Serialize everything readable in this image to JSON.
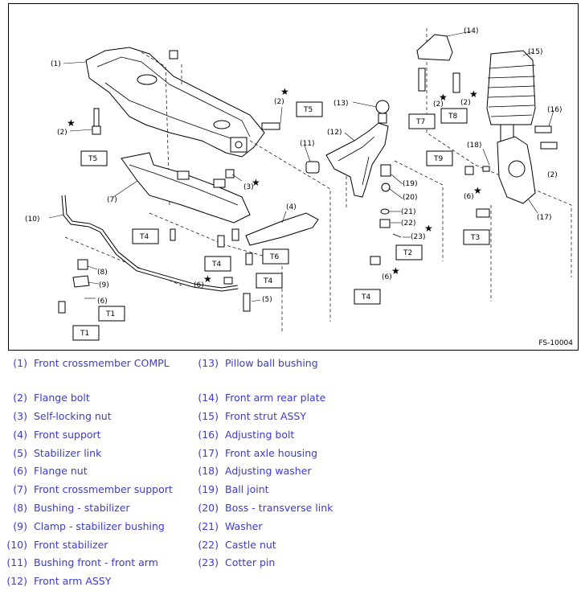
{
  "figure": {
    "code": "FS-10004",
    "callouts": [
      "(1)",
      "(2)",
      "(2)",
      "(2)",
      "(2)",
      "(2)",
      "(3)",
      "(4)",
      "(5)",
      "(6)",
      "(6)",
      "(6)",
      "(6)",
      "(7)",
      "(8)",
      "(9)",
      "(10)",
      "(11)",
      "(12)",
      "(13)",
      "(14)",
      "(15)",
      "(16)",
      "(17)",
      "(18)",
      "(19)",
      "(20)",
      "(21)",
      "(22)",
      "(23)"
    ],
    "torque_labels": [
      "T5",
      "T5",
      "T4",
      "T4",
      "T6",
      "T4",
      "T1",
      "T1",
      "T7",
      "T8",
      "T9",
      "T3",
      "T2",
      "T4"
    ],
    "star": "★"
  },
  "legend": [
    {
      "num": "(1)",
      "name": "Front crossmember COMPL"
    },
    {
      "num": "(2)",
      "name": "Flange bolt"
    },
    {
      "num": "(3)",
      "name": "Self-locking nut"
    },
    {
      "num": "(4)",
      "name": "Front support"
    },
    {
      "num": "(5)",
      "name": "Stabilizer link"
    },
    {
      "num": "(6)",
      "name": "Flange nut"
    },
    {
      "num": "(7)",
      "name": "Front crossmember support"
    },
    {
      "num": "(8)",
      "name": "Bushing - stabilizer"
    },
    {
      "num": "(9)",
      "name": "Clamp - stabilizer bushing"
    },
    {
      "num": "(10)",
      "name": "Front stabilizer"
    },
    {
      "num": "(11)",
      "name": "Bushing front - front arm"
    },
    {
      "num": "(12)",
      "name": "Front arm ASSY"
    },
    {
      "num": "(13)",
      "name": "Pillow ball bushing"
    },
    {
      "num": "(14)",
      "name": "Front arm rear plate"
    },
    {
      "num": "(15)",
      "name": "Front strut ASSY"
    },
    {
      "num": "(16)",
      "name": "Adjusting bolt"
    },
    {
      "num": "(17)",
      "name": "Front axle housing"
    },
    {
      "num": "(18)",
      "name": "Adjusting washer"
    },
    {
      "num": "(19)",
      "name": "Ball joint"
    },
    {
      "num": "(20)",
      "name": "Boss - transverse link"
    },
    {
      "num": "(21)",
      "name": "Washer"
    },
    {
      "num": "(22)",
      "name": "Castle nut"
    },
    {
      "num": "(23)",
      "name": "Cotter pin"
    }
  ]
}
